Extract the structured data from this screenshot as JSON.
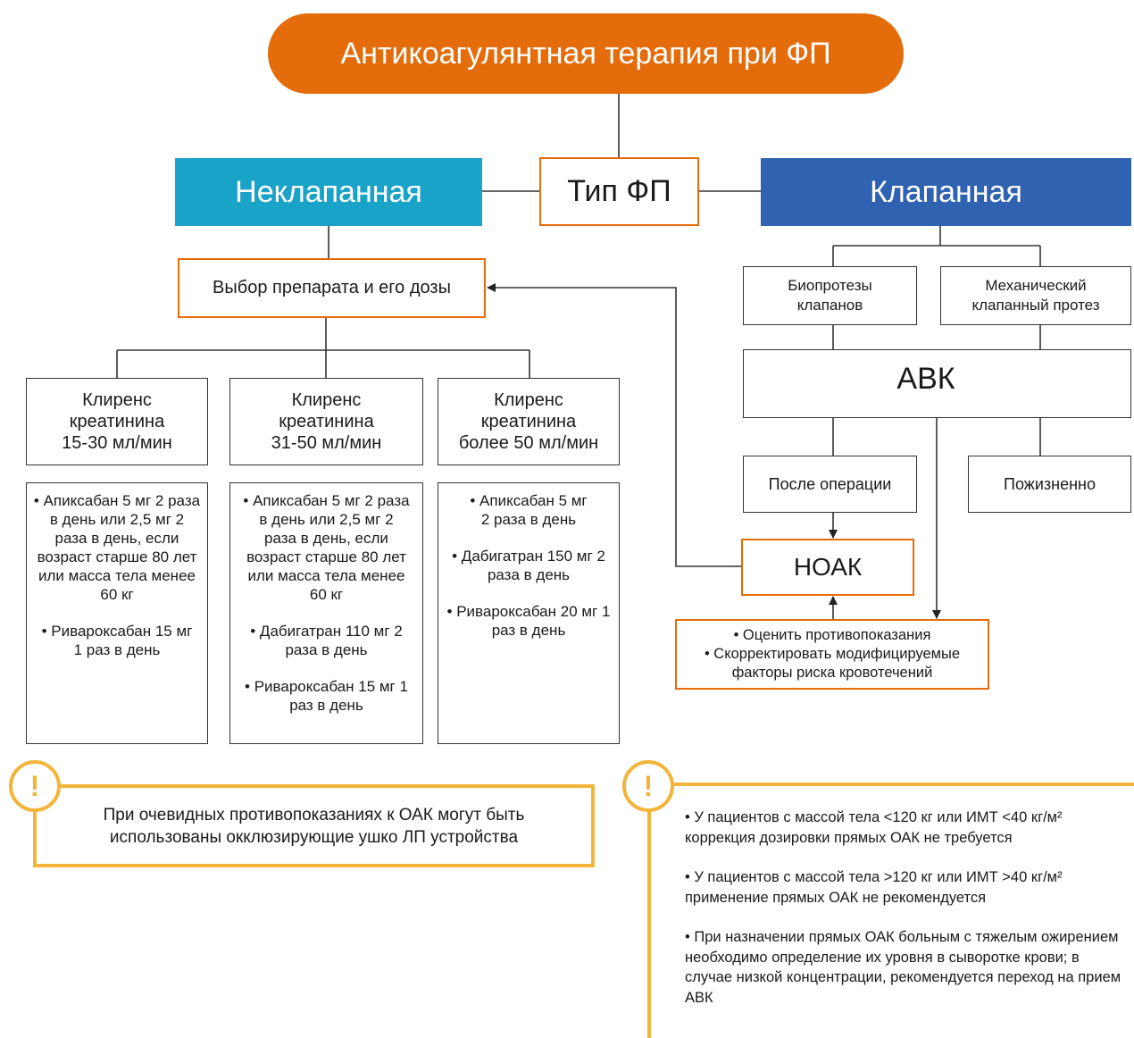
{
  "title": "Антикоагулянтная терапия при ФП",
  "af_type": "Тип ФП",
  "nonvalvular": "Неклапанная",
  "valvular": "Клапанная",
  "drug_choice": "Выбор препарата и его дозы",
  "clearance": [
    {
      "line1": "Клиренс",
      "line2": "креатинина",
      "line3": "15-30 мл/мин",
      "items": [
        "• Апиксабан 5 мг 2 раза в день или 2,5 мг 2 раза в день, если возраст старше 80 лет или масса тела менее 60 кг",
        "• Ривароксабан 15 мг 1 раз в день"
      ]
    },
    {
      "line1": "Клиренс",
      "line2": "креатинина",
      "line3": "31-50 мл/мин",
      "items": [
        "• Апиксабан 5 мг 2 раза в день или 2,5 мг 2 раза в день, если возраст старше 80 лет или масса тела менее 60 кг",
        "• Дабигатран 110 мг 2 раза в день",
        "• Ривароксабан 15 мг 1 раз в день"
      ]
    },
    {
      "line1": "Клиренс",
      "line2": "креатинина",
      "line3": "более 50 мл/мин",
      "items": [
        "• Апиксабан 5 мг 2 раза в день",
        "• Дабигатран 150 мг 2 раза в день",
        "• Ривароксабан 20 мг 1 раз в день"
      ]
    }
  ],
  "bioprosthesis": "Биопротезы клапанов",
  "mechanical": "Механический клапанный протез",
  "avk": "АВК",
  "after_surgery": "После операции",
  "lifelong": "Пожизненно",
  "noak": "НОАК",
  "assess": [
    "• Оценить противопоказания",
    "• Скорректировать модифицируемые факторы риска кровотечений"
  ],
  "warning_left": "При очевидных противопоказаниях к ОАК могут быть использованы окклюзирующие ушко ЛП устройства",
  "warning_icon": "!",
  "warning_right": [
    "• У пациентов с массой тела <120 кг или ИМТ <40 кг/м² коррекция дозировки прямых ОАК не требуется",
    "• У пациентов с массой тела >120 кг или ИМТ >40 кг/м² применение прямых ОАК не рекомендуется",
    "• При назначении прямых ОАК больным с тяжелым ожирением необходимо определение их уровня в сыворотке крови; в случае низкой концентрации, рекомендуется переход на прием АВК"
  ],
  "colors": {
    "orange": "#e46c0a",
    "cyan": "#1aa3c8",
    "blue": "#2f62b0",
    "amber": "#f2b53a"
  }
}
